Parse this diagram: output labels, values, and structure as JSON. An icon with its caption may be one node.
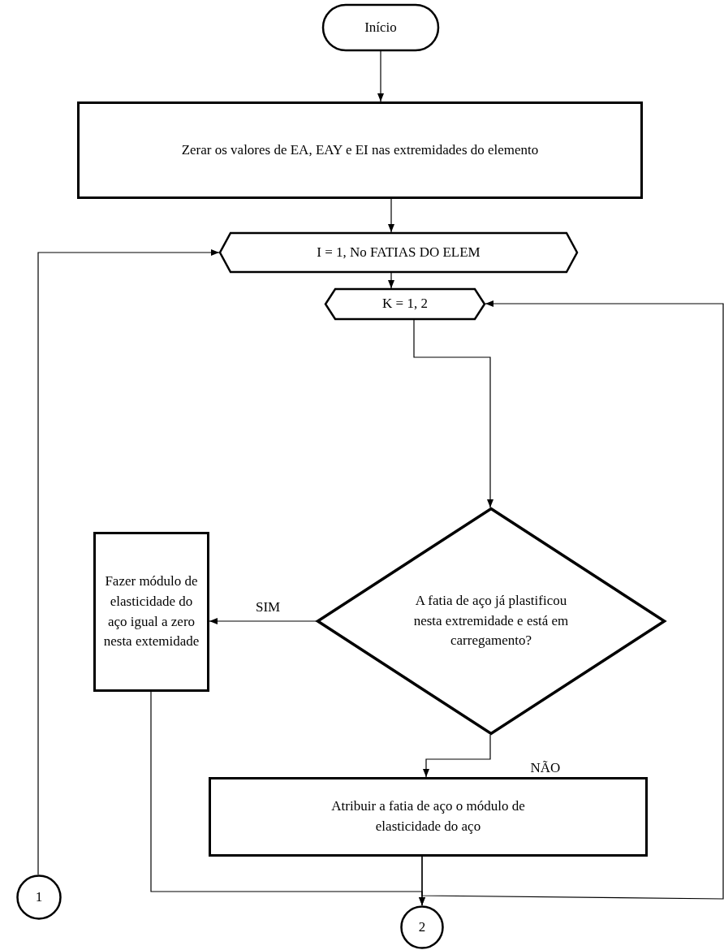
{
  "diagram": {
    "nodes": [
      {
        "text": [
          "Início"
        ]
      },
      {
        "text": [
          "Zerar os valores de EA, EAY e EI nas extremidades do elemento"
        ]
      },
      {
        "text": [
          "I = 1, No FATIAS DO ELEM"
        ]
      },
      {
        "text": [
          "K = 1, 2"
        ]
      },
      {
        "text": [
          "A fatia de aço já plastificou nesta extremidade e está em carregamento?"
        ]
      },
      {
        "text": [
          "Fazer módulo de elasticidade do aço igual a zero nesta extemidade"
        ]
      },
      {
        "text": [
          "Atribuir a fatia de aço o módulo de elasticidade do aço"
        ]
      },
      {
        "text": [
          "1"
        ]
      },
      {
        "text": [
          "2"
        ]
      }
    ],
    "edges": [
      {
        "from": 0,
        "to": 1,
        "arrow": "to"
      },
      {
        "from": 1,
        "to": 2,
        "arrow": "to"
      },
      {
        "from": 2,
        "to": 3,
        "arrow": "to"
      },
      {
        "from": 3,
        "to": 4,
        "arrow": "to"
      },
      {
        "from": 4,
        "to": 5,
        "arrow": "to",
        "label": "SIM"
      },
      {
        "from": 4,
        "to": 6,
        "arrow": "to",
        "label": "NÃO"
      },
      {
        "from": 5,
        "to": 8,
        "arrow": "to"
      },
      {
        "from": 6,
        "to": 8,
        "arrow": "to"
      },
      {
        "from": 6,
        "to": 3,
        "arrow": "to"
      },
      {
        "from": 7,
        "to": 2,
        "arrow": "to"
      }
    ]
  }
}
